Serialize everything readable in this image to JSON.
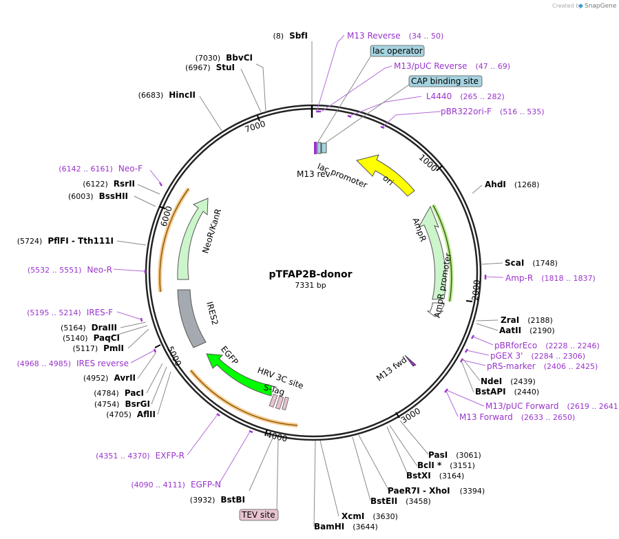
{
  "credit": {
    "prefix": "Created by",
    "brand": "SnapGene"
  },
  "plasmid": {
    "name": "pTFAP2B-donor",
    "length_label": "7331 bp"
  },
  "ticks": [
    "1000",
    "2000",
    "3000",
    "4000",
    "5000",
    "6000",
    "7000"
  ],
  "sites": [
    {
      "name": "SbfI",
      "pos": "(8)"
    },
    {
      "name": "BbvCI",
      "pos": "(7030)"
    },
    {
      "name": "StuI",
      "pos": "(6967)"
    },
    {
      "name": "HincII",
      "pos": "(6683)"
    },
    {
      "name": "RsrII",
      "pos": "(6122)"
    },
    {
      "name": "BssHII",
      "pos": "(6003)"
    },
    {
      "name": "PflFI - Tth111I",
      "pos": "(5724)"
    },
    {
      "name": "DraIII",
      "pos": "(5164)"
    },
    {
      "name": "PaqCI",
      "pos": "(5140)"
    },
    {
      "name": "PmlI",
      "pos": "(5117)"
    },
    {
      "name": "AvrII",
      "pos": "(4952)"
    },
    {
      "name": "PacI",
      "pos": "(4784)"
    },
    {
      "name": "BsrGI",
      "pos": "(4754)"
    },
    {
      "name": "AflII",
      "pos": "(4705)"
    },
    {
      "name": "BstBI",
      "pos": "(3932)"
    },
    {
      "name": "AhdI",
      "pos": "(1268)"
    },
    {
      "name": "ScaI",
      "pos": "(1748)"
    },
    {
      "name": "ZraI",
      "pos": "(2188)"
    },
    {
      "name": "AatII",
      "pos": "(2190)"
    },
    {
      "name": "NdeI",
      "pos": "(2439)"
    },
    {
      "name": "BstAPI",
      "pos": "(2440)"
    },
    {
      "name": "PasI",
      "pos": "(3061)"
    },
    {
      "name": "BclI *",
      "pos": "(3151)"
    },
    {
      "name": "BstXI",
      "pos": "(3164)"
    },
    {
      "name": "PaeR7I - XhoI",
      "pos": "(3394)"
    },
    {
      "name": "BstEII",
      "pos": "(3458)"
    },
    {
      "name": "XcmI",
      "pos": "(3630)"
    },
    {
      "name": "BamHI",
      "pos": "(3644)"
    }
  ],
  "primers": [
    {
      "name": "M13 Reverse",
      "range": "(34 .. 50)"
    },
    {
      "name": "M13/pUC Reverse",
      "range": "(47 .. 69)"
    },
    {
      "name": "L4440",
      "range": "(265 .. 282)"
    },
    {
      "name": "pBR322ori-F",
      "range": "(516 .. 535)"
    },
    {
      "name": "Neo-F",
      "range": "(6142 .. 6161)"
    },
    {
      "name": "Neo-R",
      "range": "(5532 .. 5551)"
    },
    {
      "name": "IRES-F",
      "range": "(5195 .. 5214)"
    },
    {
      "name": "IRES reverse",
      "range": "(4968 .. 4985)"
    },
    {
      "name": "EXFP-R",
      "range": "(4351 .. 4370)"
    },
    {
      "name": "EGFP-N",
      "range": "(4090 .. 4111)"
    },
    {
      "name": "Amp-R",
      "range": "(1818 .. 1837)"
    },
    {
      "name": "pBRforEco",
      "range": "(2228 .. 2246)"
    },
    {
      "name": "pGEX 3'",
      "range": "(2284 .. 2306)"
    },
    {
      "name": "pRS-marker",
      "range": "(2406 .. 2425)"
    },
    {
      "name": "M13/pUC Forward",
      "range": "(2619 .. 2641)"
    },
    {
      "name": "M13 Forward",
      "range": "(2633 .. 2650)"
    }
  ],
  "boxes": {
    "lac_operator": "lac operator",
    "cap_site": "CAP binding site",
    "tev_site": "TEV site"
  },
  "features": {
    "ori": "ori",
    "ampr": "AmpR",
    "ampr_promoter": "AmpR promoter",
    "neo": "NeoR/KanR",
    "ires": "IRES2",
    "egfp": "EGFP",
    "lac_promoter": "lac promoter",
    "m13_rev": "M13 rev",
    "m13_fwd": "M13 fwd",
    "hrv": "HRV 3C site",
    "stag": "S-Tag"
  },
  "colors": {
    "ori": "#ffff00",
    "ampr": "#ccf5cc",
    "neo": "#ccf5cc",
    "ires": "#a4aaaf",
    "egfp": "#00ff00",
    "primer": "#9933cc",
    "box_blue": "#a6d3e0",
    "box_pink": "#e8c4d0"
  }
}
